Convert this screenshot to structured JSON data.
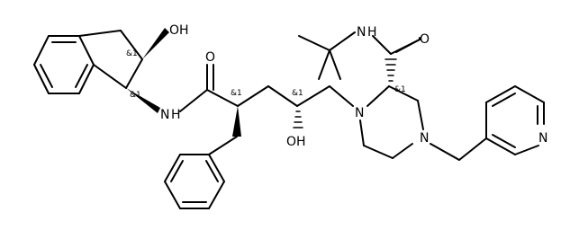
{
  "atoms": {
    "hydroxyl_top": "OH",
    "hydroxyl_mid": "OH",
    "amide_nh_left": "N",
    "amide_h_left": "H",
    "amide_o_left": "O",
    "amide_nh_right": "N",
    "amide_h_right": "H",
    "amide_o_right": "O",
    "piperazine_n_top": "N",
    "piperazine_n_bottom": "N",
    "pyridine_n": "N"
  },
  "stereo": {
    "s1": "&1",
    "s2": "&1",
    "s3": "&1",
    "s4": "&1",
    "s5": "&1"
  }
}
